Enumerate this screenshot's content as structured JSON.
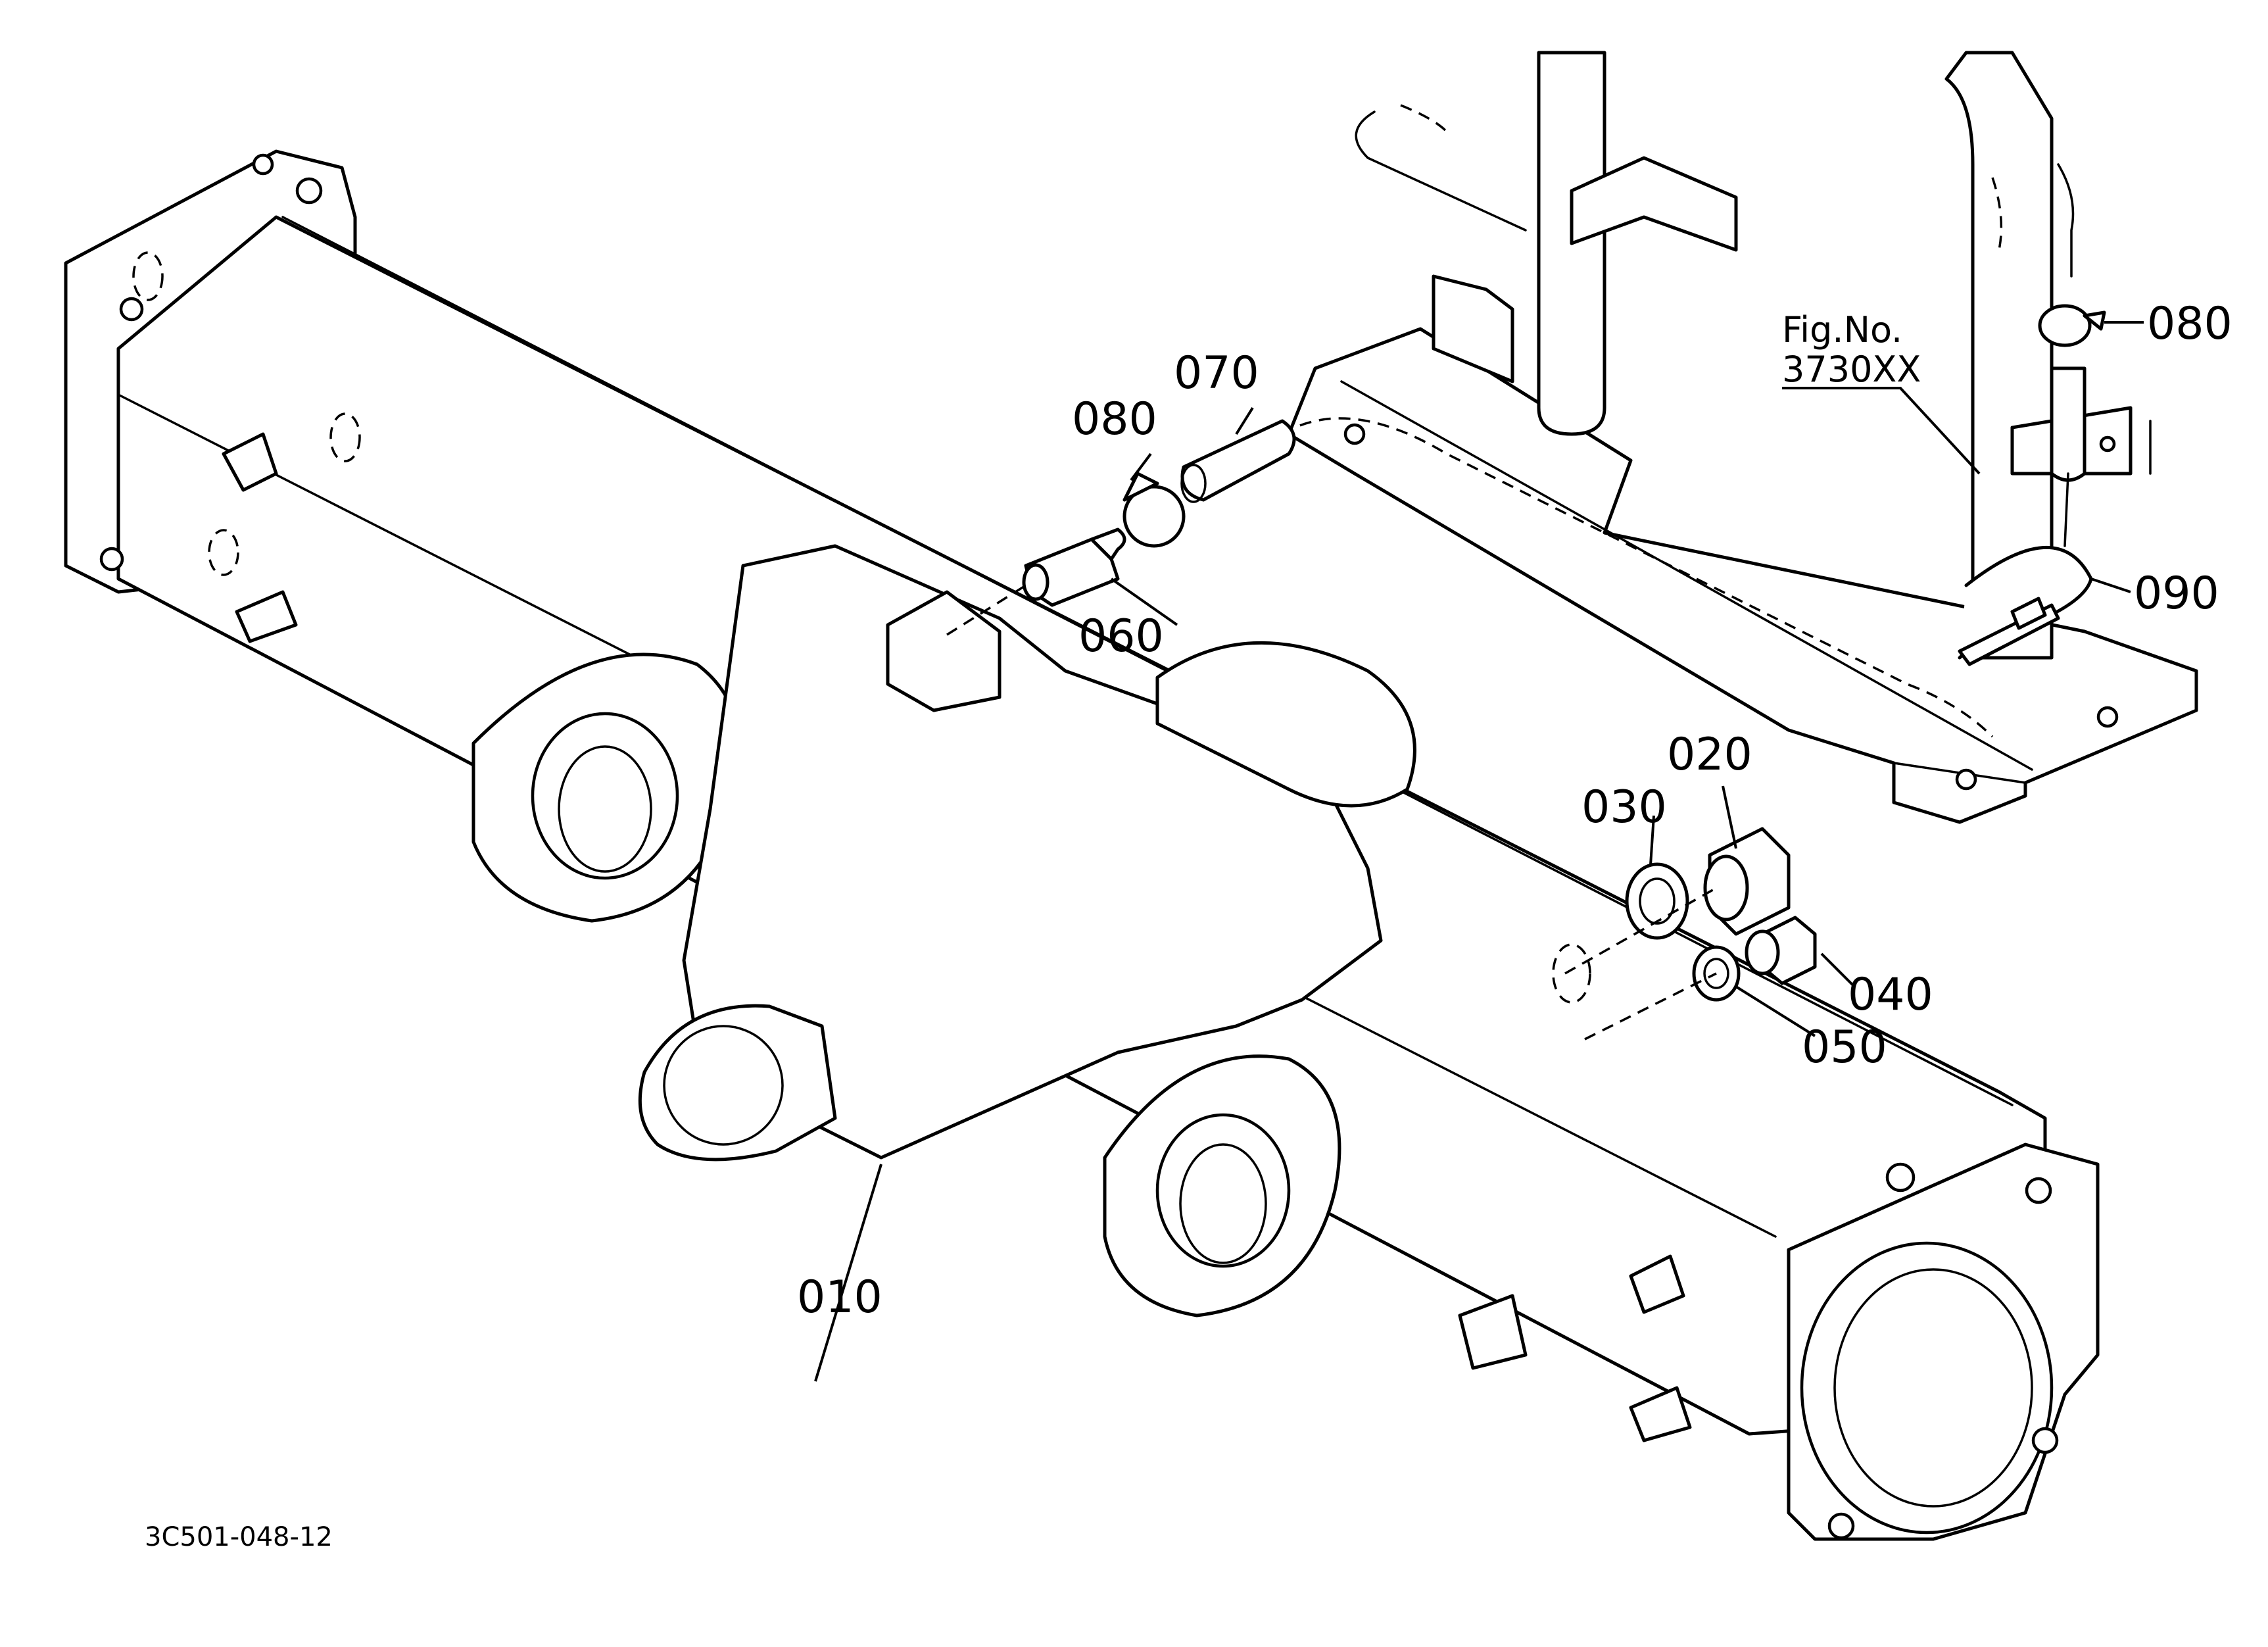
{
  "diagram_code": "3C501-048-12",
  "figure_reference": {
    "line1": "Fig.No.",
    "line2": "3730XX"
  },
  "callouts": {
    "c010": "010",
    "c020": "020",
    "c030": "030",
    "c040": "040",
    "c050": "050",
    "c060": "060",
    "c070": "070",
    "c080_left": "080",
    "c080_right": "080",
    "c090": "090"
  }
}
